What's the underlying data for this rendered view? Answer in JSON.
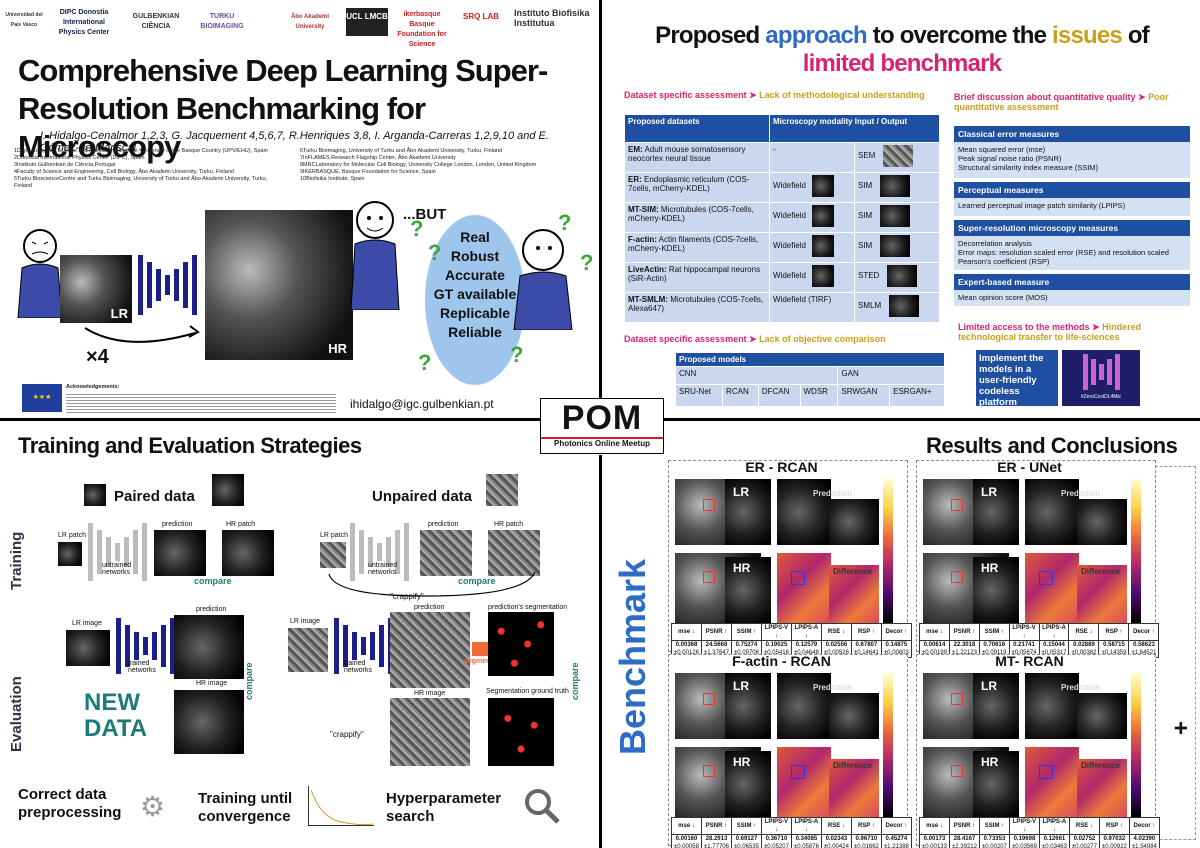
{
  "logos": [
    "Universidad del País Vasco",
    "DIPC Donostia International Physics Center",
    "GULBENKIAN CIÊNCIA",
    "TURKU BIOIMAGING",
    "Åbo Akademi University",
    "UCL LMCB",
    "ikerbasque Basque Foundation for Science",
    "SRQ LAB",
    "Instituto Biofisika Institutua"
  ],
  "title": "Comprehensive Deep Learning Super-Resolution Benchmarking for Microscopy",
  "authors": "I. Hidalgo-Cenalmor 1,2,3, G. Jacquement 4,5,6,7, R.Henriques 3,8, I. Arganda-Carreras 1,2,9,10 and E. Gómez-de-Mariscal 3",
  "affiliations_left": [
    "1Dept. Computer Science and Artificial Intelligence, University of the Basque Country (UPV/EHU), Spain",
    "2Donostia International Physics Center (DIPC), Spain",
    "3Instituto  Gulbenkian de Ciência,Portugal",
    "4Faculty of Science and Engineering, Cell Biology, Åbo Akademi University, Turku, Finland",
    "5Turku BioscienceCentre and Turku Bioimaging, University of Turku and Åbo Akademi University, Turku, Finland"
  ],
  "affiliations_right": [
    "6Turku Bioimaging, University of Turku and Åbo Akademi University, Turku, Finland",
    "7InFLAMES Research Flagship Center, Åbo Akademi University",
    "8MRCLaboratory for Molecular Cell Biology, University College London, London, United Kingdom",
    "9IKERBASQUE, Basque Foundation for Science, Spain",
    "10Biofisika Institute, Spain"
  ],
  "intro": {
    "lr": "LR",
    "hr": "HR",
    "x4": "×4",
    "but": "...BUT",
    "wishes": [
      "Real",
      "Robust",
      "Accurate",
      "GT available",
      "Replicable",
      "Reliable"
    ]
  },
  "ack_title": "Acknowledgements:",
  "email": "ihidalgo@igc.gulbenkian.pt",
  "pom": {
    "big": "POM",
    "sub": "Photonics Online Meetup"
  },
  "approach": {
    "title_parts": [
      "Proposed ",
      "approach",
      " to overcome the ",
      "issues",
      " of"
    ],
    "title_line2": "limited benchmark",
    "left_issue1": "Dataset specific assessment ➤",
    "left_issue1b": "Lack of methodological understanding",
    "table_headers": [
      "Proposed datasets",
      "Microscopy modality Input / Output"
    ],
    "datasets": [
      {
        "name": "EM:",
        "desc": "Adult mouse somatosensory neocortex neural tissue",
        "input": "-",
        "output": "SEM"
      },
      {
        "name": "ER:",
        "desc": "Endoplasmic reticulum (COS-7cells,  mCherry-KDEL)",
        "input": "Widefield",
        "output": "SIM"
      },
      {
        "name": "MT-SIM:",
        "desc": "Microtubules (COS-7cells,  mCherry-KDEL)",
        "input": "Widefield",
        "output": "SIM"
      },
      {
        "name": "F-actin:",
        "desc": "Actin filaments (COS-7cells,  mCherry-KDEL)",
        "input": "Widefield",
        "output": "SIM"
      },
      {
        "name": "LiveActin:",
        "desc": "Rat hippocampal neurons (SiR-Actin)",
        "input": "Widefield",
        "output": "STED"
      },
      {
        "name": "MT-SMLM:",
        "desc": "Microtubules (COS-7cells, Alexa647)",
        "input": "Widefield (TIRF)",
        "output": "SMLM"
      }
    ],
    "left_issue2": "Dataset specific assessment ➤",
    "left_issue2b": "Lack of objective comparison",
    "models_title": "Proposed models",
    "models_groups": [
      "CNN",
      "GAN"
    ],
    "models": [
      "SRU-Net",
      "RCAN",
      "DFCAN",
      "WDSR",
      "SRWGAN",
      "ESRGAN+"
    ],
    "right_issue1": "Brief discussion about quantitative quality ➤",
    "right_issue1b": "Poor quantitative assessment",
    "measures": [
      {
        "title": "Classical error measures",
        "body": [
          "Mean squared error (mse)",
          "Peak signal noise ratio (PSNR)",
          "Structural similarity index measure (SSIM)"
        ]
      },
      {
        "title": "Perceptual measures",
        "body": [
          "Learned perceptual image patch similarity (LPIPS)"
        ]
      },
      {
        "title": "Super-resolution  microscopy measures",
        "body": [
          "Decorrelation analysis",
          "Error maps: resolution scaled error (RSE) and resolution scaled Pearson's coefficient (RSP)"
        ]
      },
      {
        "title": "Expert-based measure",
        "body": [
          "Mean opinion score (MOS)"
        ]
      }
    ],
    "right_issue2": "Limited access to the methods ➤",
    "right_issue2b": "Hindered technological transfer to life-sciences",
    "implement": "Implement the models in a user-friendly codeless platform",
    "zerocost": "#ZeroCostDL4Mic"
  },
  "training": {
    "title": "Training and Evaluation Strategies",
    "paired": "Paired data",
    "unpaired": "Unpaired data",
    "training_label": "Training",
    "evaluation_label": "Evaluation",
    "lr_patch": "LR patch",
    "hr_patch": "HR patch",
    "prediction": "prediction",
    "untrained": "untrained networks",
    "trained": "trained networks",
    "compare": "compare",
    "crappify": "\"crappify\"",
    "lr_image": "LR image",
    "hr_image": "HR image",
    "segment": "segment",
    "pred_seg": "prediction's segmentation",
    "seg_gt": "Segmentation ground truth",
    "new_data": "NEW DATA",
    "bottom": [
      "Correct data preprocessing",
      "Training until convergence",
      "Hyperparameter search"
    ]
  },
  "results": {
    "title": "Results and Conclusions",
    "benchmark": "Benchmark",
    "more": "+ more cases",
    "lbl_lr": "LR",
    "lbl_hr": "HR",
    "lbl_pred": "Prediction",
    "lbl_diff": "Difference",
    "metric_headers": [
      "mse ↓",
      "PSNR ↑",
      "SSIM ↑",
      "LPIPS-V ↓",
      "LPIPS-A ↓",
      "RSE ↓",
      "RSP ↑",
      "Decor ↑"
    ],
    "panels": [
      {
        "title": "ER - RCAN",
        "vals": [
          "0.00368",
          "24.5668",
          "0.75274",
          "0.19025",
          "0.12579",
          "0.02556",
          "0.67807",
          "0.14875"
        ],
        "sds": [
          "±0.00126",
          "±1.37647",
          "±0.09706",
          "±0.05416",
          "±0.04648",
          "±0.00526",
          "±0.14641",
          "±0.00803"
        ]
      },
      {
        "title": "ER - UNet",
        "vals": [
          "0.00614",
          "22.3018",
          "0.70616",
          "0.21741",
          "0.15044",
          "0.02889",
          "0.58715",
          "0.58623"
        ],
        "sds": [
          "±0.00199",
          "±1.22123",
          "±0.09119",
          "±0.05674",
          "±0.05317",
          "±0.00382",
          "±0.14359",
          "±1.64521"
        ]
      },
      {
        "title": "F-actin - RCAN",
        "vals": [
          "0.00160",
          "28.2913",
          "0.69127",
          "0.36710",
          "0.34085",
          "0.02343",
          "0.96710",
          "0.45274"
        ],
        "sds": [
          "±0.00058",
          "±1.77706",
          "±0.06535",
          "±0.05207",
          "±0.05876",
          "±0.00424",
          "±0.01662",
          "±1.21388"
        ]
      },
      {
        "title": "MT- RCAN",
        "vals": [
          "0.00173",
          "28.4167",
          "0.73353",
          "0.19698",
          "0.12661",
          "0.02752",
          "0.97032",
          "4.02390"
        ],
        "sds": [
          "±0.00133",
          "±2.39212",
          "±0.00207",
          "±0.03569",
          "±0.03463",
          "±0.00277",
          "±0.00922",
          "±1.54984"
        ]
      }
    ]
  },
  "colors": {
    "accent_blue": "#2e6bc5",
    "gold": "#c7a020",
    "magenta": "#d6246e",
    "navy": "#1b1f8a",
    "teal": "#1e7a7a"
  }
}
